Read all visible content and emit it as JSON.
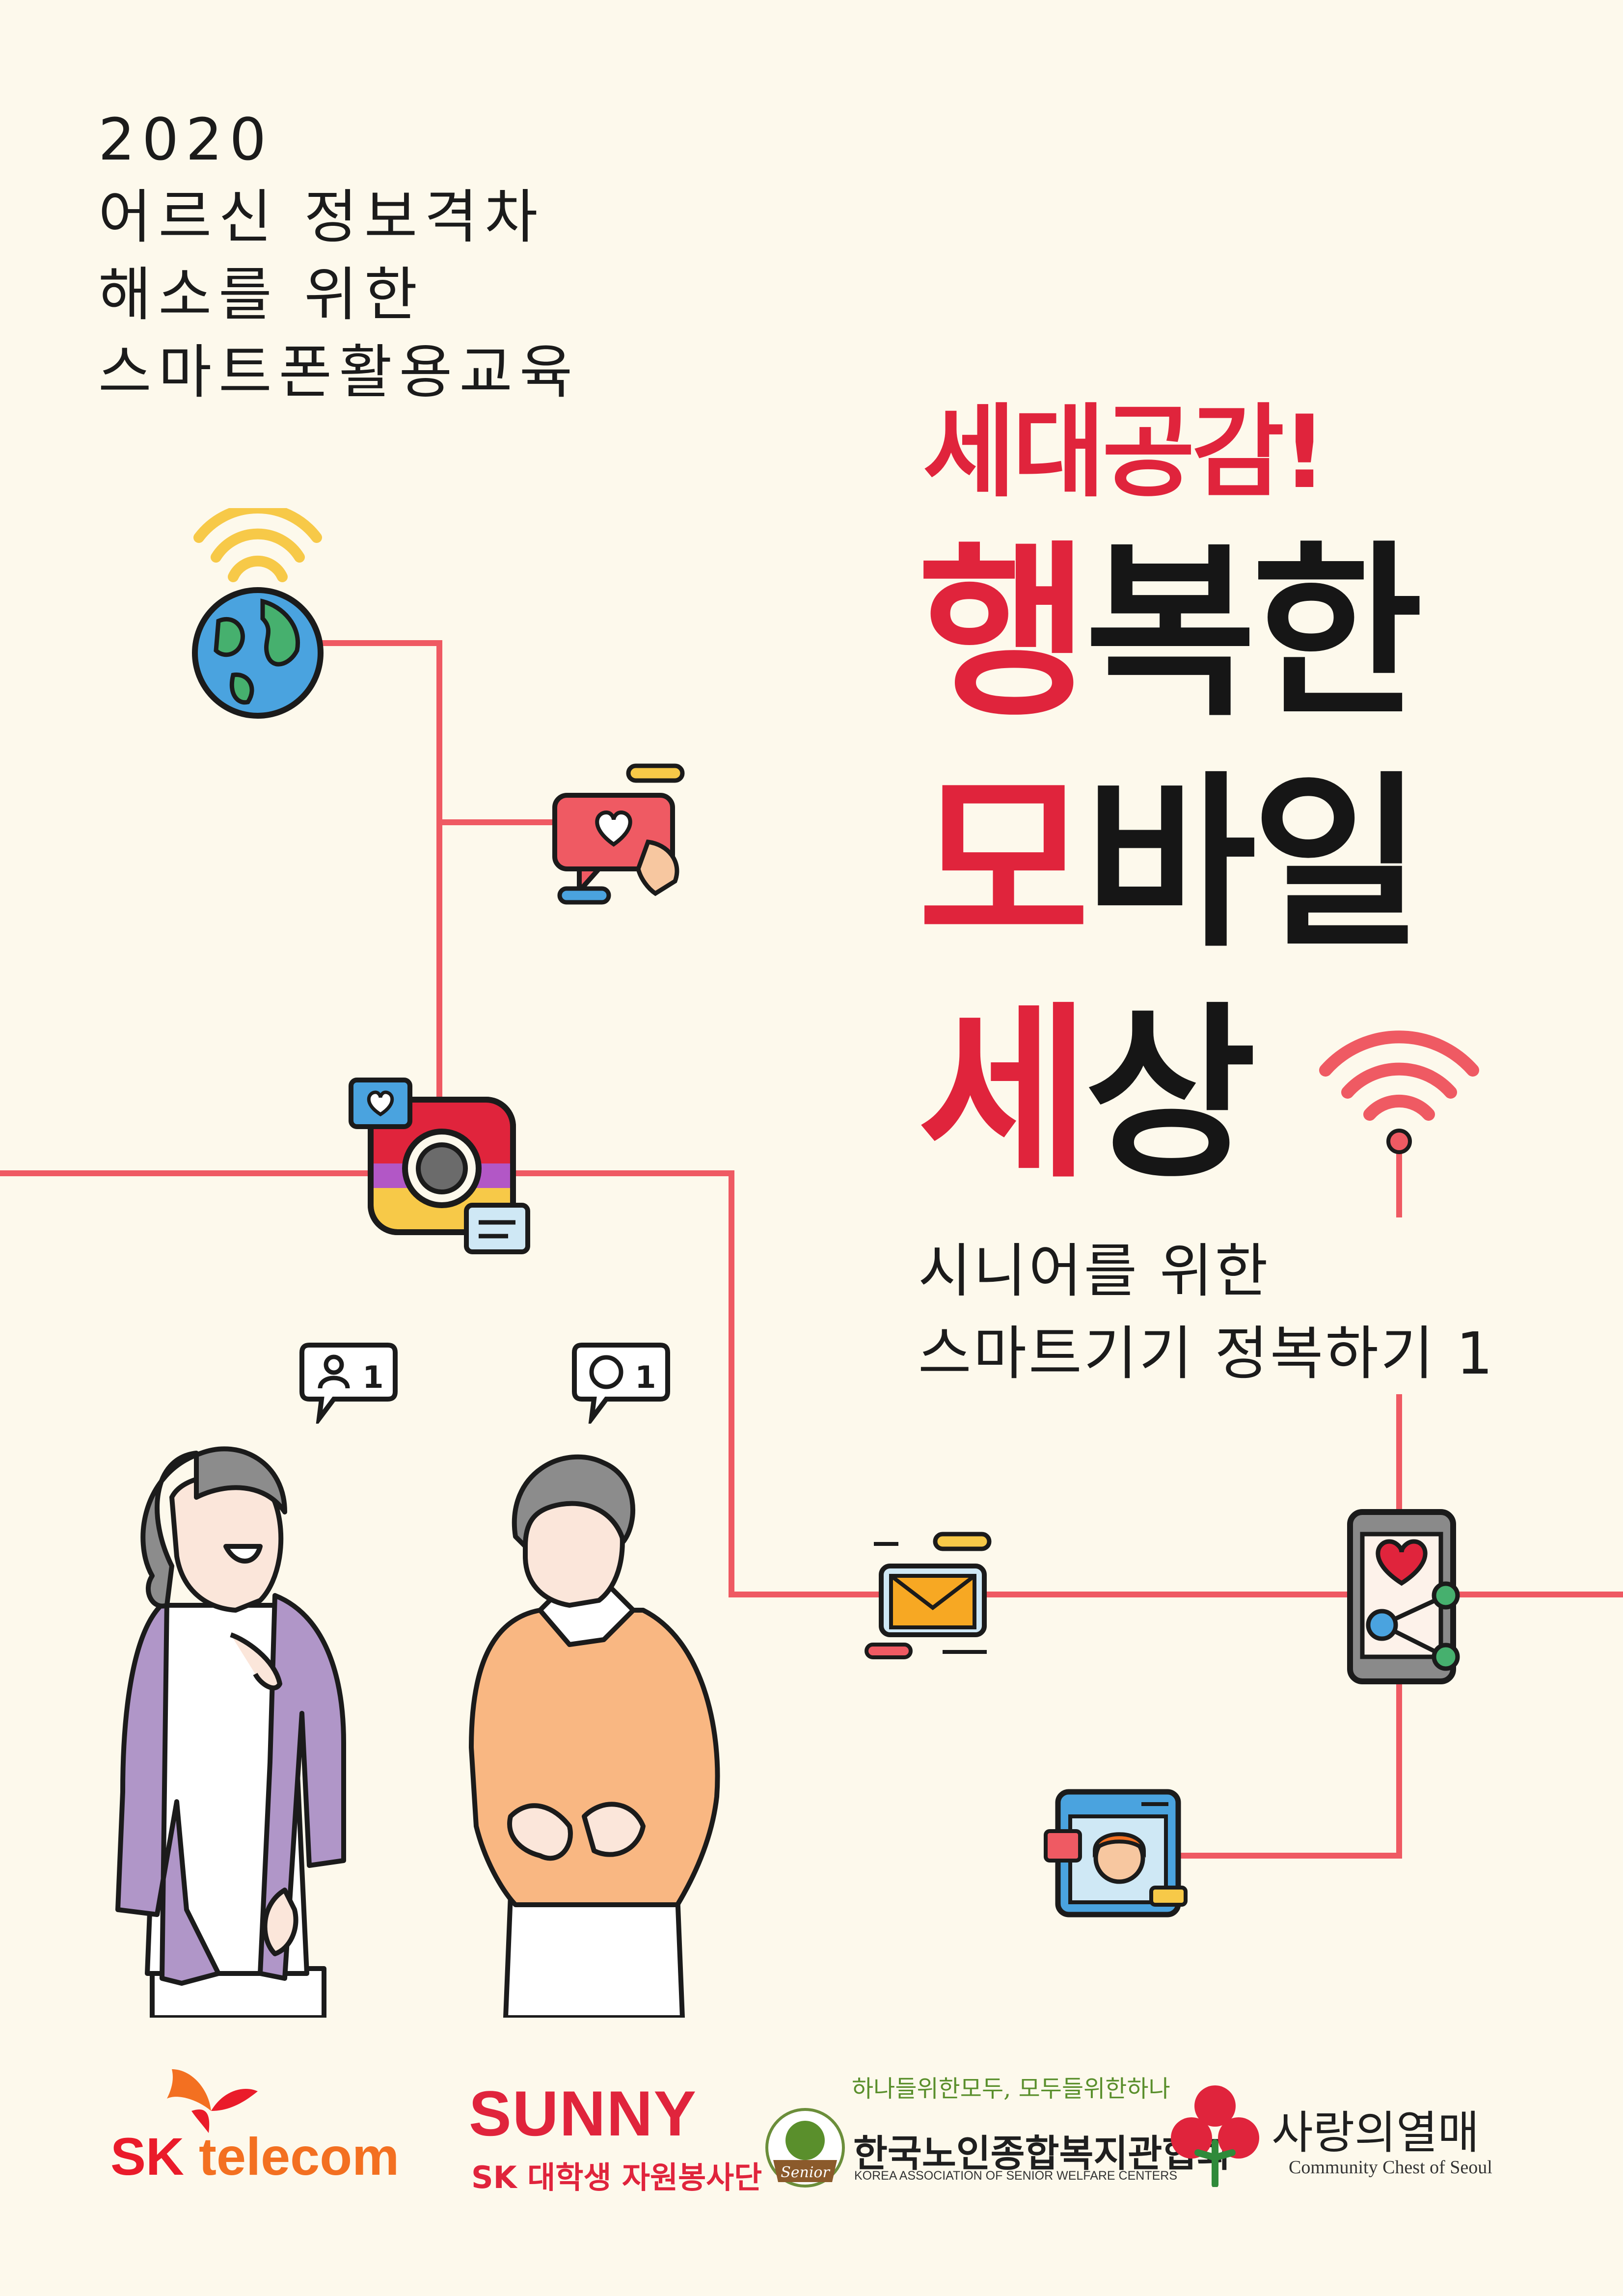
{
  "intro": {
    "year": "2020",
    "line1": "어르신 정보격차",
    "line2": "해소를 위한",
    "line3": "스마트폰활용교육"
  },
  "tagline": "세대공감!",
  "title": {
    "line1_red": "행",
    "line1_black": "복한",
    "line2_red": "모",
    "line2_black": "바일",
    "line3_red": "세",
    "line3_black": "상"
  },
  "subtitle": {
    "line1": "시니어를 위한",
    "line2": "스마트기기 정복하기 1"
  },
  "badges": {
    "person_count": "1",
    "chat_count": "1"
  },
  "logos": {
    "sk_brand": "SK",
    "sk_name": "telecom",
    "sunny_name": "SUNNY",
    "sunny_sub": "SK 대학생 자원봉사단",
    "kasw_slogan": "하나들위한모두, 모두들위한하나",
    "kasw_name": "한국노인종합복지관협회",
    "kasw_en": "KOREA ASSOCIATION OF SENIOR WELFARE CENTERS",
    "kasw_seal": "Senior",
    "chest_name": "사랑의열매",
    "chest_en": "Community Chest of Seoul"
  },
  "colors": {
    "background": "#fdf9ec",
    "accent_red": "#e0243c",
    "line_red": "#ef5a63",
    "text_dark": "#161616"
  },
  "icons": [
    "wifi-globe-icon",
    "heart-message-icon",
    "camera-icon",
    "email-icon",
    "smartphone-share-icon",
    "video-call-icon",
    "wifi-icon",
    "person-notification-icon",
    "chat-notification-icon"
  ]
}
